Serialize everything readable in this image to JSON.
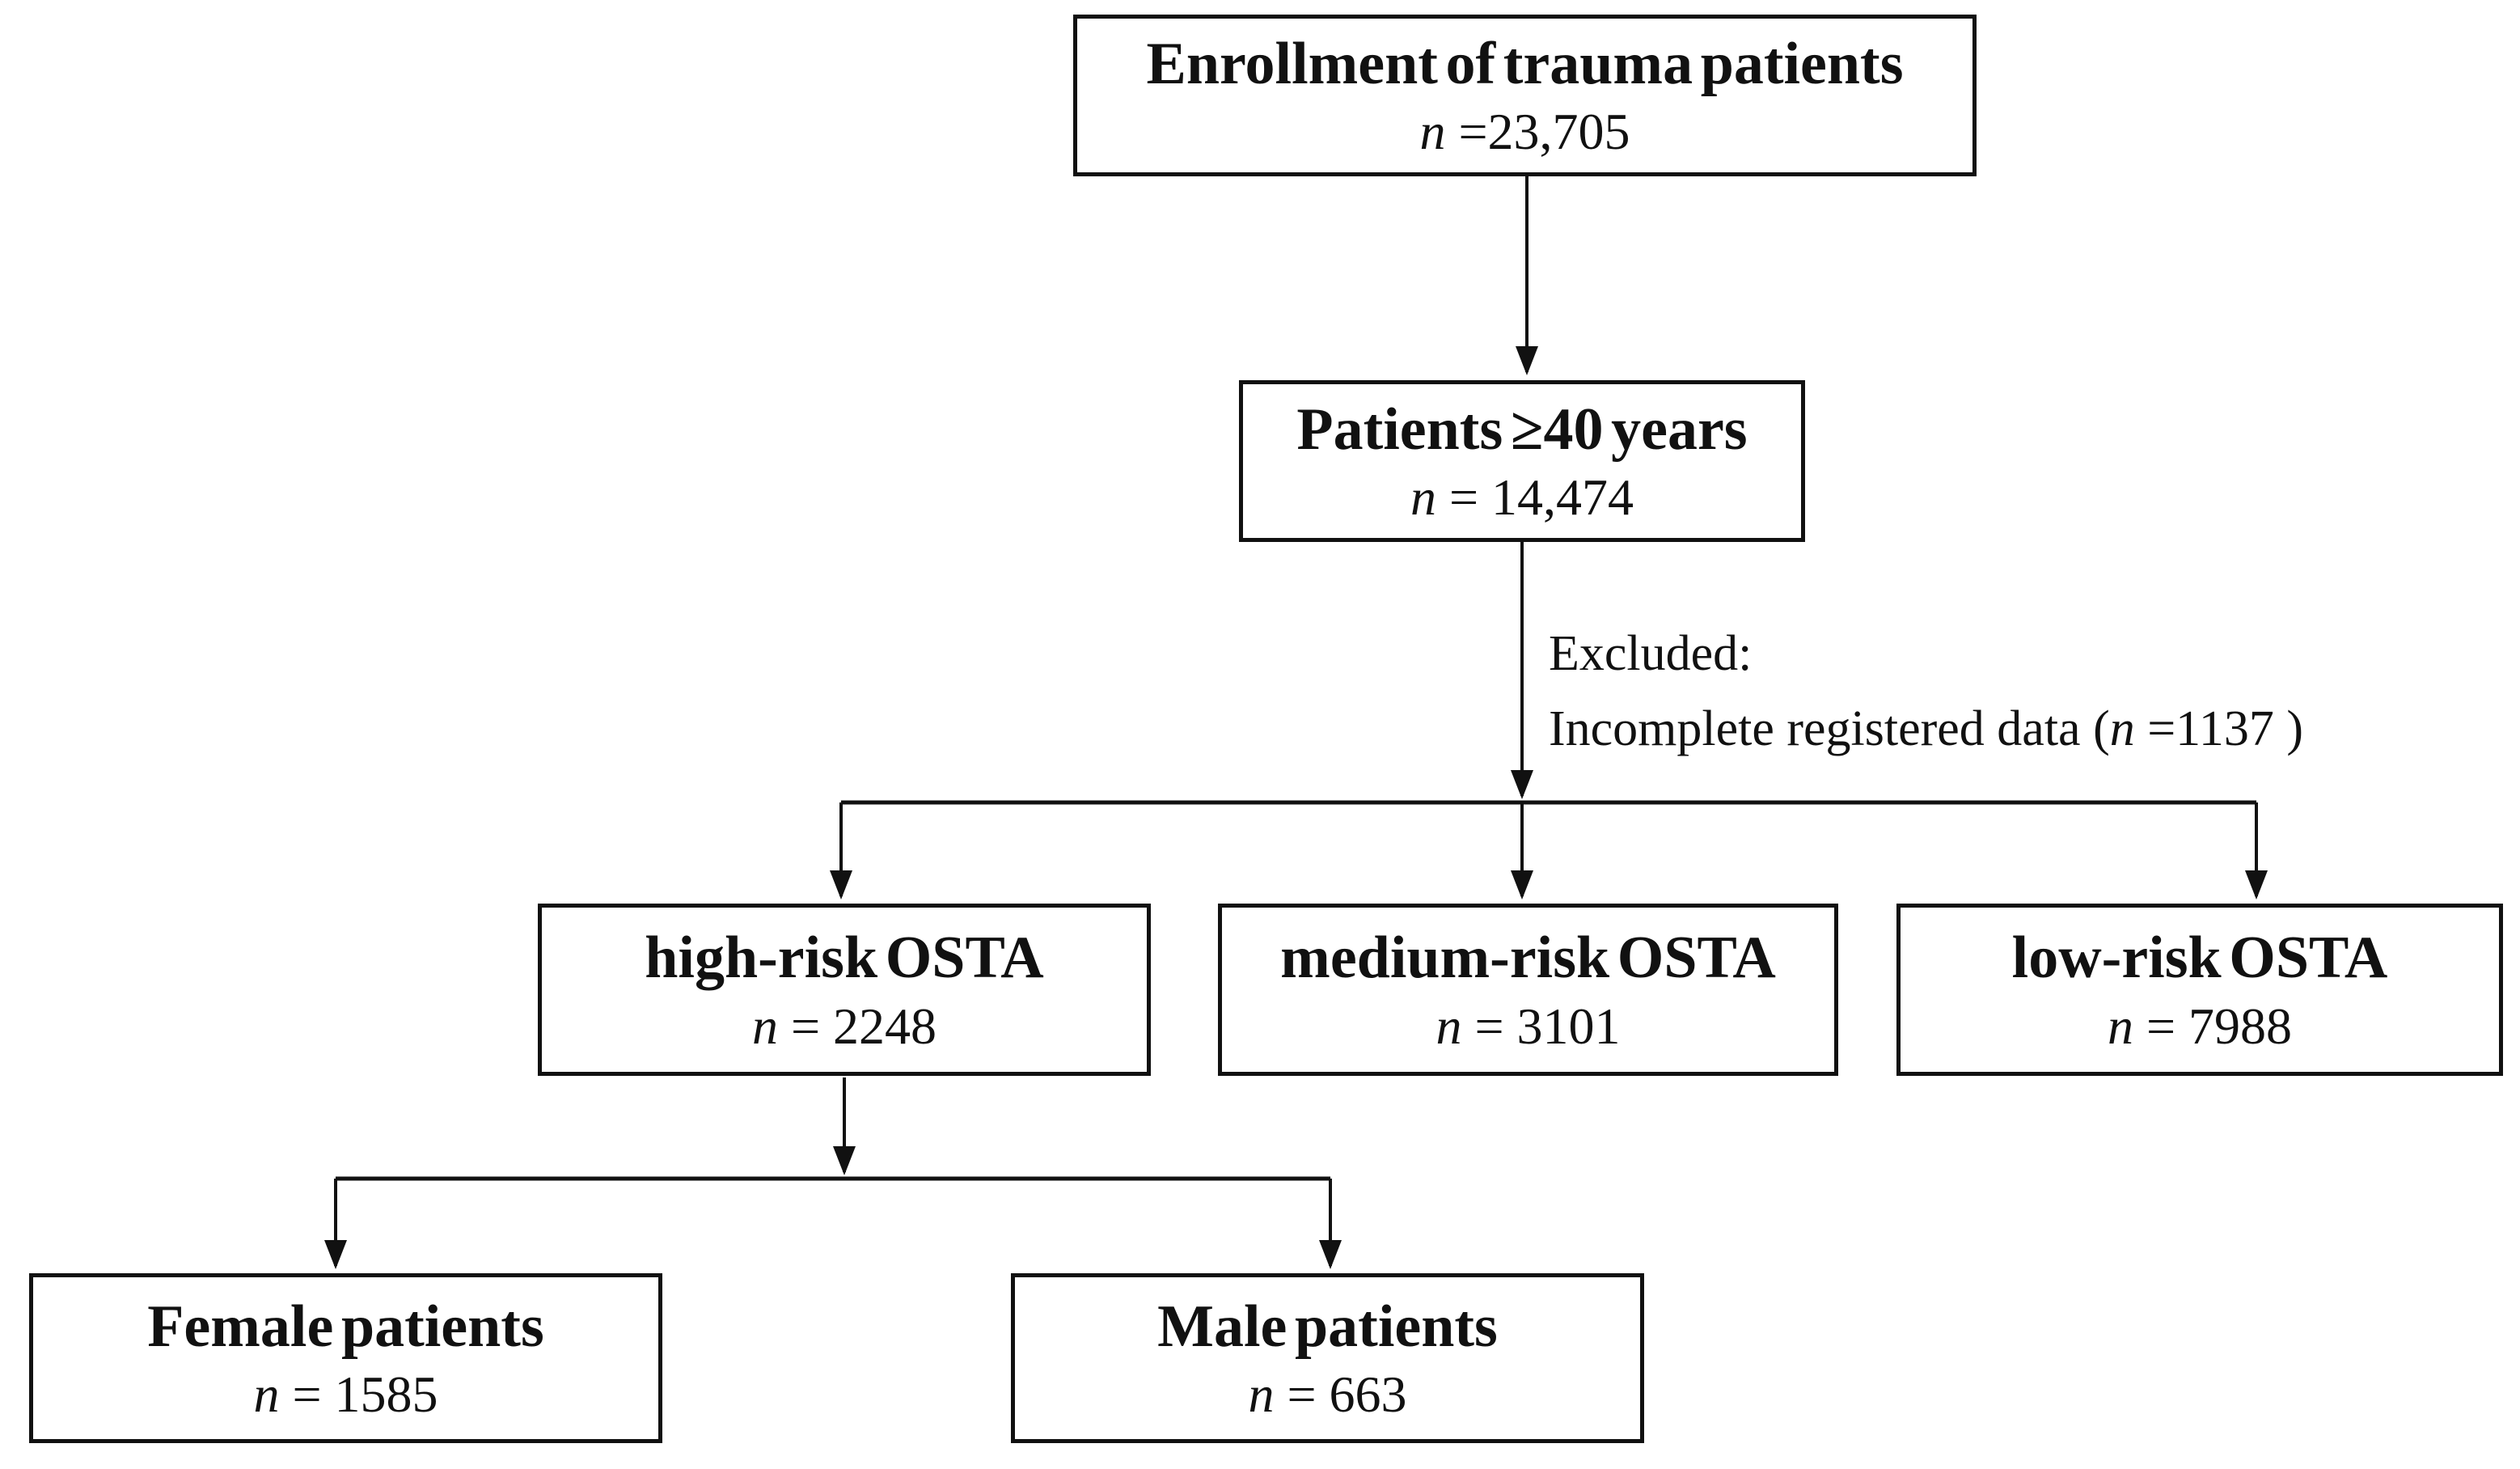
{
  "figure": {
    "background_color": "#ffffff",
    "line_color": "#111111",
    "text_color": "#111111"
  },
  "boxes": {
    "enrollment": {
      "title": "Enrollment of trauma patients",
      "n_symbol": "n",
      "n_value": " =23,705"
    },
    "age40": {
      "title": "Patients ≥40 years",
      "n_symbol": "n",
      "n_value": " = 14,474"
    },
    "high_risk": {
      "title": "high-risk OSTA",
      "n_symbol": "n",
      "n_value": " = 2248"
    },
    "medium_risk": {
      "title": "medium-risk OSTA",
      "n_symbol": "n",
      "n_value": " = 3101"
    },
    "low_risk": {
      "title": "low-risk OSTA",
      "n_symbol": "n",
      "n_value": " = 7988"
    },
    "female": {
      "title": "Female patients",
      "n_symbol": "n",
      "n_value": " = 1585"
    },
    "male": {
      "title": "Male patients",
      "n_symbol": "n",
      "n_value": " = 663"
    }
  },
  "excluded_note": {
    "line1": "Excluded:",
    "line2_pre": "Incomplete registered data (",
    "n_symbol": "n",
    "line2_post": " =1137 )"
  }
}
